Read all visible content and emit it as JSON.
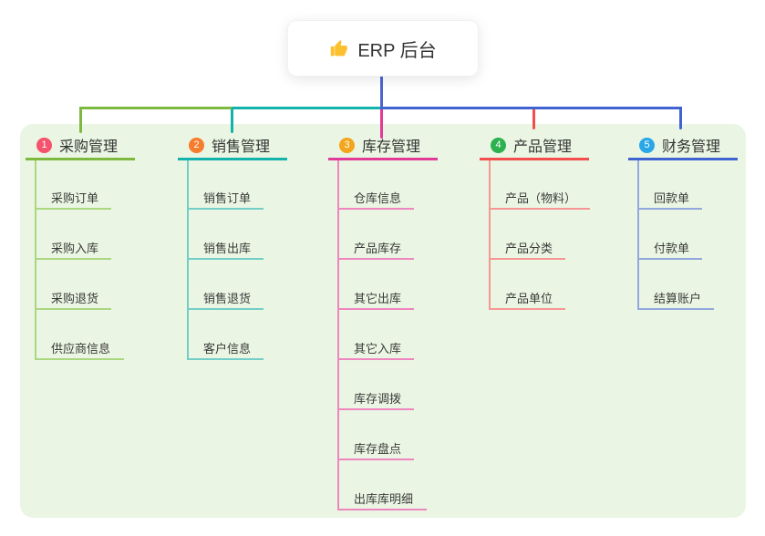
{
  "root": {
    "label": "ERP 后台",
    "icon": "thumbs-up-icon"
  },
  "colors": {
    "canvas_bg": "#ffffff",
    "panel_bg": "#eaf6e3",
    "root_connector": "#5064cf",
    "text": "#333333",
    "thumb_icon": "#fbc02d"
  },
  "branches": [
    {
      "num": "1",
      "label": "采购管理",
      "line_color": "#7cb93e",
      "badge_color": "#f4526d",
      "child_line_color": "#abd780",
      "children": [
        "采购订单",
        "采购入库",
        "采购退货",
        "供应商信息"
      ]
    },
    {
      "num": "2",
      "label": "销售管理",
      "line_color": "#13b3ab",
      "badge_color": "#f57d2d",
      "child_line_color": "#73cec8",
      "children": [
        "销售订单",
        "销售出库",
        "销售退货",
        "客户信息"
      ]
    },
    {
      "num": "3",
      "label": "库存管理",
      "line_color": "#e23a97",
      "badge_color": "#f3a51c",
      "child_line_color": "#ee86bf",
      "children": [
        "仓库信息",
        "产品库存",
        "其它出库",
        "其它入库",
        "库存调拨",
        "库存盘点",
        "出库库明细"
      ]
    },
    {
      "num": "4",
      "label": "产品管理",
      "line_color": "#f34d4d",
      "badge_color": "#2cb14f",
      "child_line_color": "#f79795",
      "children": [
        "产品（物料）",
        "产品分类",
        "产品单位"
      ]
    },
    {
      "num": "5",
      "label": "财务管理",
      "line_color": "#3f63d1",
      "badge_color": "#2ba7e8",
      "child_line_color": "#92a8de",
      "children": [
        "回款单",
        "付款单",
        "结算账户"
      ]
    }
  ]
}
